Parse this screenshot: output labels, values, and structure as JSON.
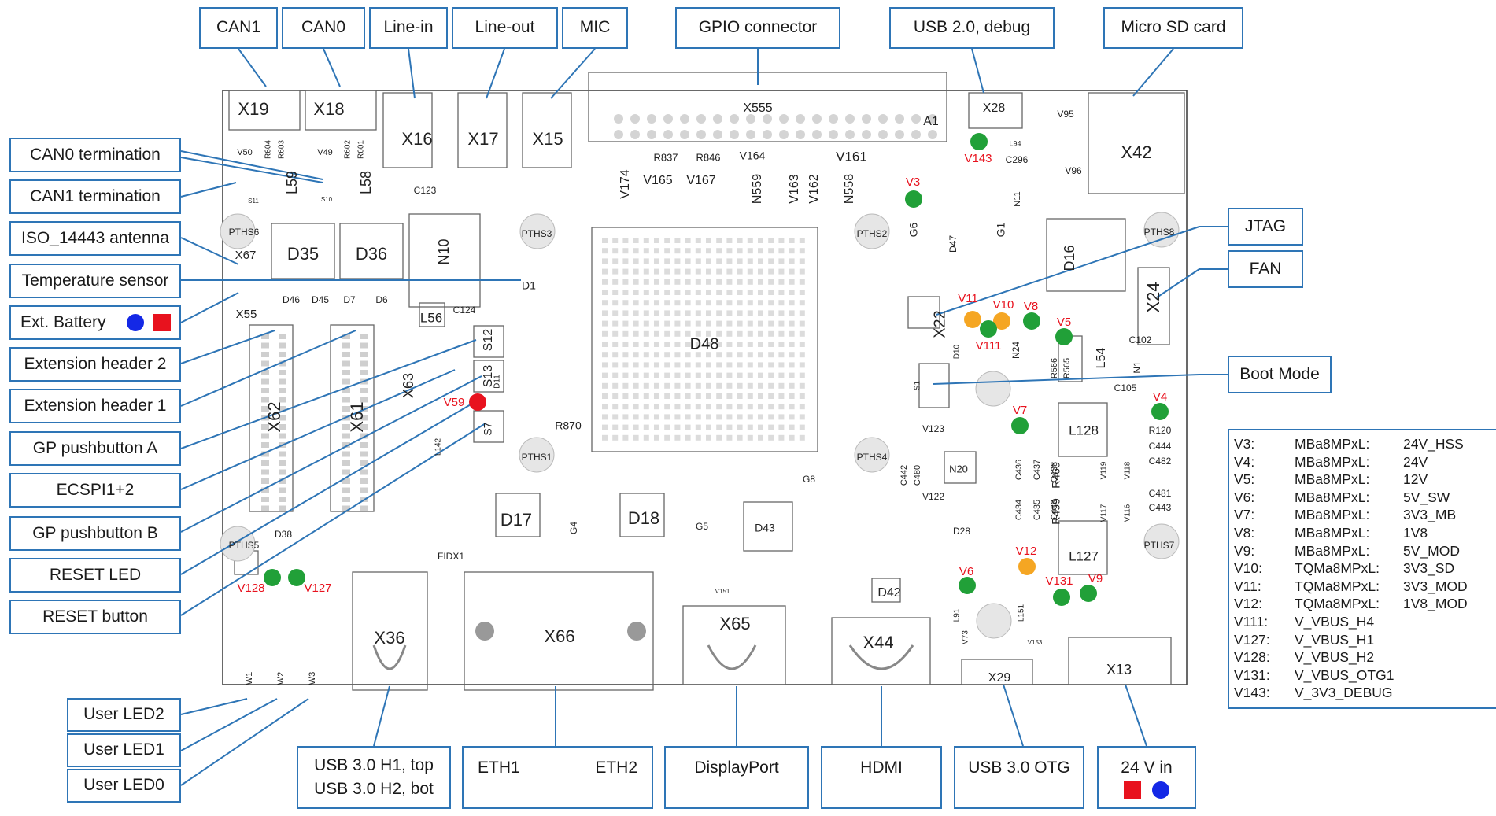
{
  "callouts": {
    "can1": "CAN1",
    "can0": "CAN0",
    "line_in": "Line-in",
    "line_out": "Line-out",
    "mic": "MIC",
    "gpio": "GPIO connector",
    "usb_debug": "USB 2.0, debug",
    "micro_sd": "Micro SD card",
    "can0_term": "CAN0 termination",
    "can1_term": "CAN1 termination",
    "iso": "ISO_14443 antenna",
    "temp": "Temperature sensor",
    "ext_batt": "Ext. Battery",
    "ext2": "Extension header 2",
    "ext1": "Extension header 1",
    "gpa": "GP pushbutton A",
    "ecspi": "ECSPI1+2",
    "gpb": "GP pushbutton B",
    "reset_led": "RESET LED",
    "reset_btn": "RESET button",
    "uled2": "User LED2",
    "uled1": "User LED1",
    "uled0": "User LED0",
    "usb30_top": "USB 3.0 H1, top",
    "usb30_bot": "USB 3.0 H2, bot",
    "eth1": "ETH1",
    "eth2": "ETH2",
    "dp": "DisplayPort",
    "hdmi": "HDMI",
    "usb_otg": "USB 3.0 OTG",
    "v24": "24 V in",
    "jtag": "JTAG",
    "fan": "FAN",
    "boot": "Boot Mode"
  },
  "colors": {
    "border": "#2e75b6",
    "led_green": "#21a038",
    "led_orange": "#f5a623",
    "led_red": "#e8121e",
    "minus_blue": "#1428e6",
    "plus_red": "#e8121e"
  },
  "legend": [
    {
      "ref": "V3:",
      "module": "MBa8MPxL:",
      "signal": "24V_HSS"
    },
    {
      "ref": "V4:",
      "module": "MBa8MPxL:",
      "signal": "24V"
    },
    {
      "ref": "V5:",
      "module": "MBa8MPxL:",
      "signal": "12V"
    },
    {
      "ref": "V6:",
      "module": "MBa8MPxL:",
      "signal": "5V_SW"
    },
    {
      "ref": "V7:",
      "module": "MBa8MPxL:",
      "signal": "3V3_MB"
    },
    {
      "ref": "V8:",
      "module": "MBa8MPxL:",
      "signal": "1V8"
    },
    {
      "ref": "V9:",
      "module": "MBa8MPxL:",
      "signal": "5V_MOD"
    },
    {
      "ref": "V10:",
      "module": "TQMa8MPxL:",
      "signal": "3V3_SD"
    },
    {
      "ref": "V11:",
      "module": "TQMa8MPxL:",
      "signal": "3V3_MOD"
    },
    {
      "ref": "V12:",
      "module": "TQMa8MPxL:",
      "signal": "1V8_MOD"
    },
    {
      "ref": "V111:",
      "module": "V_VBUS_H4",
      "signal": ""
    },
    {
      "ref": "V127:",
      "module": "V_VBUS_H1",
      "signal": ""
    },
    {
      "ref": "V128:",
      "module": "V_VBUS_H2",
      "signal": ""
    },
    {
      "ref": "V131:",
      "module": "V_VBUS_OTG1",
      "signal": ""
    },
    {
      "ref": "V143:",
      "module": "V_3V3_DEBUG",
      "signal": ""
    }
  ],
  "board_labels": [
    {
      "id": "x19",
      "text": "X19"
    },
    {
      "id": "x18",
      "text": "X18"
    },
    {
      "id": "x16",
      "text": "X16"
    },
    {
      "id": "x17",
      "text": "X17"
    },
    {
      "id": "x15",
      "text": "X15"
    },
    {
      "id": "x555",
      "text": "X555"
    },
    {
      "id": "a1",
      "text": "A1"
    },
    {
      "id": "x28",
      "text": "X28"
    },
    {
      "id": "x42",
      "text": "X42"
    },
    {
      "id": "d35",
      "text": "D35"
    },
    {
      "id": "d36",
      "text": "D36"
    },
    {
      "id": "n10",
      "text": "N10"
    },
    {
      "id": "d48",
      "text": "D48"
    },
    {
      "id": "d16",
      "text": "D16"
    },
    {
      "id": "x24",
      "text": "X24"
    },
    {
      "id": "x22",
      "text": "X22"
    },
    {
      "id": "x62",
      "text": "X62"
    },
    {
      "id": "x61",
      "text": "X61"
    },
    {
      "id": "x63",
      "text": "X63"
    },
    {
      "id": "s12",
      "text": "S12"
    },
    {
      "id": "s13",
      "text": "S13"
    },
    {
      "id": "s7",
      "text": "S7"
    },
    {
      "id": "d17",
      "text": "D17"
    },
    {
      "id": "d18",
      "text": "D18"
    },
    {
      "id": "d43",
      "text": "D43"
    },
    {
      "id": "x36",
      "text": "X36"
    },
    {
      "id": "x66",
      "text": "X66"
    },
    {
      "id": "x65",
      "text": "X65"
    },
    {
      "id": "x44",
      "text": "X44"
    },
    {
      "id": "d42",
      "text": "D42"
    },
    {
      "id": "x29",
      "text": "X29"
    },
    {
      "id": "x13",
      "text": "X13"
    },
    {
      "id": "l128",
      "text": "L128"
    },
    {
      "id": "l127",
      "text": "L127"
    },
    {
      "id": "n20",
      "text": "N20"
    },
    {
      "id": "pths1",
      "text": "PTHS1"
    },
    {
      "id": "pths2",
      "text": "PTHS2"
    },
    {
      "id": "pths3",
      "text": "PTHS3"
    },
    {
      "id": "pths4",
      "text": "PTHS4"
    },
    {
      "id": "pths5",
      "text": "PTHS5"
    },
    {
      "id": "pths6",
      "text": "PTHS6"
    },
    {
      "id": "pths7",
      "text": "PTHS7"
    },
    {
      "id": "pths8",
      "text": "PTHS8"
    },
    {
      "id": "l56",
      "text": "L56"
    },
    {
      "id": "l59",
      "text": "L59"
    },
    {
      "id": "l58",
      "text": "L58"
    },
    {
      "id": "x67",
      "text": "X67"
    },
    {
      "id": "x55",
      "text": "X55"
    },
    {
      "id": "d1",
      "text": "D1"
    },
    {
      "id": "r870",
      "text": "R870"
    },
    {
      "id": "w1",
      "text": "W1"
    },
    {
      "id": "w2",
      "text": "W2"
    },
    {
      "id": "w3",
      "text": "W3"
    },
    {
      "id": "l54",
      "text": "L54"
    },
    {
      "id": "n1",
      "text": "N1"
    },
    {
      "id": "g1",
      "text": "G1"
    },
    {
      "id": "g6",
      "text": "G6"
    },
    {
      "id": "d47",
      "text": "D47"
    },
    {
      "id": "v165",
      "text": "V165"
    },
    {
      "id": "v167",
      "text": "V167"
    },
    {
      "id": "v174",
      "text": "V174"
    },
    {
      "id": "n559",
      "text": "N559"
    },
    {
      "id": "v163",
      "text": "V163"
    },
    {
      "id": "v162",
      "text": "V162"
    },
    {
      "id": "n558",
      "text": "N558"
    },
    {
      "id": "v161",
      "text": "V161"
    },
    {
      "id": "v164",
      "text": "V164"
    },
    {
      "id": "r837",
      "text": "R837"
    },
    {
      "id": "r846",
      "text": "R846"
    },
    {
      "id": "c123",
      "text": "C123"
    },
    {
      "id": "c124",
      "text": "C124"
    },
    {
      "id": "c296",
      "text": "C296"
    },
    {
      "id": "l94",
      "text": "L94"
    },
    {
      "id": "v95",
      "text": "V95"
    },
    {
      "id": "v96",
      "text": "V96"
    },
    {
      "id": "n11",
      "text": "N11"
    },
    {
      "id": "c102",
      "text": "C102"
    },
    {
      "id": "c105",
      "text": "C105"
    },
    {
      "id": "r120",
      "text": "R120"
    },
    {
      "id": "c444",
      "text": "C444"
    },
    {
      "id": "c482",
      "text": "C482"
    },
    {
      "id": "c481",
      "text": "C481"
    },
    {
      "id": "c443",
      "text": "C443"
    },
    {
      "id": "r460",
      "text": "R460"
    },
    {
      "id": "r459",
      "text": "R459"
    },
    {
      "id": "v123",
      "text": "V123"
    },
    {
      "id": "v122",
      "text": "V122"
    },
    {
      "id": "g4",
      "text": "G4"
    },
    {
      "id": "g5",
      "text": "G5"
    },
    {
      "id": "g8",
      "text": "G8"
    },
    {
      "id": "d38",
      "text": "D38"
    },
    {
      "id": "d46",
      "text": "D46"
    },
    {
      "id": "d45",
      "text": "D45"
    },
    {
      "id": "d7",
      "text": "D7"
    },
    {
      "id": "d6",
      "text": "D6"
    },
    {
      "id": "fidx1",
      "text": "FIDX1"
    },
    {
      "id": "d28",
      "text": "D28"
    },
    {
      "id": "v151",
      "text": "V151"
    },
    {
      "id": "n24",
      "text": "N24"
    },
    {
      "id": "s1",
      "text": "S1"
    },
    {
      "id": "r566",
      "text": "R566"
    },
    {
      "id": "r565",
      "text": "R565"
    },
    {
      "id": "v50",
      "text": "V50"
    },
    {
      "id": "v49",
      "text": "V49"
    },
    {
      "id": "r604",
      "text": "R604"
    },
    {
      "id": "r603",
      "text": "R603"
    },
    {
      "id": "r602",
      "text": "R602"
    },
    {
      "id": "r601",
      "text": "R601"
    },
    {
      "id": "d10",
      "text": "D10"
    },
    {
      "id": "l91",
      "text": "L91"
    },
    {
      "id": "v73",
      "text": "V73"
    },
    {
      "id": "l151",
      "text": "L151"
    },
    {
      "id": "v153",
      "text": "V153"
    },
    {
      "id": "c436",
      "text": "C436"
    },
    {
      "id": "c437",
      "text": "C437"
    },
    {
      "id": "c438",
      "text": "C438"
    },
    {
      "id": "c434",
      "text": "C434"
    },
    {
      "id": "c435",
      "text": "C435"
    },
    {
      "id": "c433",
      "text": "C433"
    },
    {
      "id": "c442",
      "text": "C442"
    },
    {
      "id": "c480",
      "text": "C480"
    },
    {
      "id": "v119",
      "text": "V119"
    },
    {
      "id": "v118",
      "text": "V118"
    },
    {
      "id": "v117",
      "text": "V117"
    },
    {
      "id": "v116",
      "text": "V116"
    },
    {
      "id": "s10",
      "text": "S10"
    },
    {
      "id": "s11",
      "text": "S11"
    },
    {
      "id": "l142",
      "text": "L142"
    },
    {
      "id": "d11",
      "text": "D11"
    }
  ],
  "leds": [
    {
      "id": "v143",
      "label": "V143",
      "color": "green"
    },
    {
      "id": "v3",
      "label": "V3",
      "color": "green"
    },
    {
      "id": "v11",
      "label": "V11",
      "color": "orange"
    },
    {
      "id": "v10",
      "label": "V10",
      "color": "orange"
    },
    {
      "id": "v8",
      "label": "V8",
      "color": "green"
    },
    {
      "id": "v111",
      "label": "V111",
      "color": "green"
    },
    {
      "id": "v5",
      "label": "V5",
      "color": "green"
    },
    {
      "id": "v4",
      "label": "V4",
      "color": "green"
    },
    {
      "id": "v7",
      "label": "V7",
      "color": "green"
    },
    {
      "id": "v59",
      "label": "V59",
      "color": "red"
    },
    {
      "id": "v12",
      "label": "V12",
      "color": "orange"
    },
    {
      "id": "v6",
      "label": "V6",
      "color": "green"
    },
    {
      "id": "v131",
      "label": "V131",
      "color": "green"
    },
    {
      "id": "v9",
      "label": "V9",
      "color": "green"
    },
    {
      "id": "v128",
      "label": "V128",
      "color": "green"
    },
    {
      "id": "v127",
      "label": "V127",
      "color": "green"
    }
  ]
}
